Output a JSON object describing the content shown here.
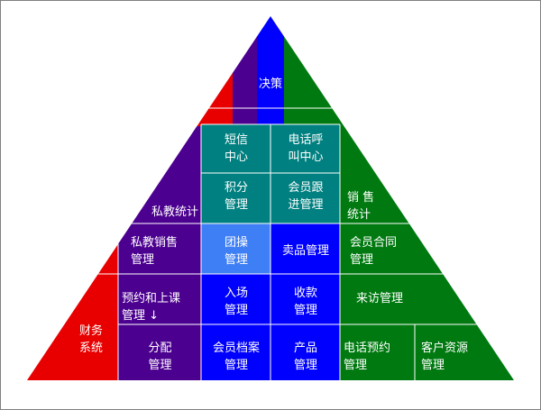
{
  "diagram": {
    "colors": {
      "red": "#e80000",
      "purple": "#4c0090",
      "blue": "#0000ff",
      "green": "#007a10",
      "teal": "#008080",
      "light_blue": "#3f7ff5",
      "white": "#ffffff"
    },
    "apex": "决策",
    "cells": {
      "sms_center": "短信\n中心",
      "call_center": "电话呼\n叫中心",
      "points_mgmt": "积分\n管理",
      "member_followup": "会员跟\n进管理",
      "private_stats": "私教统计",
      "sales_stats": "销  售\n统计",
      "private_sales": "私教销售\n管理",
      "group_exercise": "团操\n管理",
      "product_sales": "卖品管理",
      "member_contract": "会员合同\n管理",
      "booking_class": "预约和上课\n管理 ↓",
      "entry_mgmt": "入场\n管理",
      "payment_mgmt": "收款\n管理",
      "visit_mgmt": "来访管理",
      "finance_system": "财务\n系统",
      "allocation": "分配\n管理",
      "member_archive": "会员档案\n管理",
      "product_mgmt": "产品\n管理",
      "phone_booking": "电话预约\n管理",
      "customer_resources": "客户资源\n管理"
    }
  }
}
